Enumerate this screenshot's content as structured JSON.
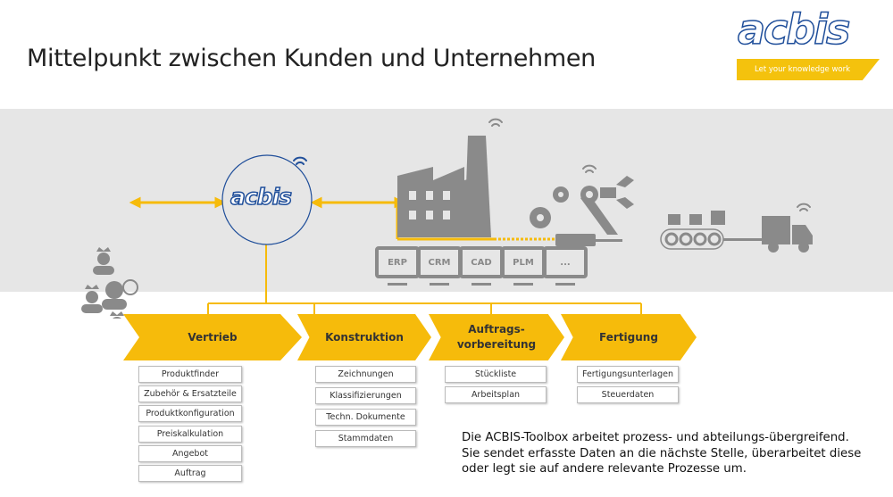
{
  "header": {
    "title": "Mittelpunkt zwischen Kunden und Unternehmen",
    "logo_text": "acbis",
    "tagline": "Let your knowledge work"
  },
  "diagram": {
    "hub_logo": "acbis",
    "systems": [
      "ERP",
      "CRM",
      "CAD",
      "PLM",
      "..."
    ],
    "colors": {
      "accent": "#f6bb0b",
      "brand": "#1f4e9a",
      "icon_gray": "#8a8a8a",
      "band": "#e6e6e6"
    },
    "stages": [
      {
        "label": "Vertrieb",
        "items": [
          "Produktfinder",
          "Zubehör & Ersatzteile",
          "Produktkonfiguration",
          "Preiskalkulation",
          "Angebot",
          "Auftrag"
        ]
      },
      {
        "label": "Konstruktion",
        "items": [
          "Zeichnungen",
          "Klassifizierungen",
          "Techn. Dokumente",
          "Stammdaten"
        ]
      },
      {
        "label": "Auftrags-\nvorbereitung",
        "label_line1": "Auftrags-",
        "label_line2": "vorbereitung",
        "items": [
          "Stückliste",
          "Arbeitsplan"
        ]
      },
      {
        "label": "Fertigung",
        "items": [
          "Fertigungsunterlagen",
          "Steuerdaten"
        ]
      }
    ]
  },
  "description": {
    "lines": [
      "Die ACBIS-Toolbox arbeitet prozess- und abteilungs-übergreifend.",
      "Sie sendet erfasste Daten an die nächste Stelle, überarbeitet diese",
      "oder legt sie auf andere relevante Prozesse um."
    ]
  }
}
